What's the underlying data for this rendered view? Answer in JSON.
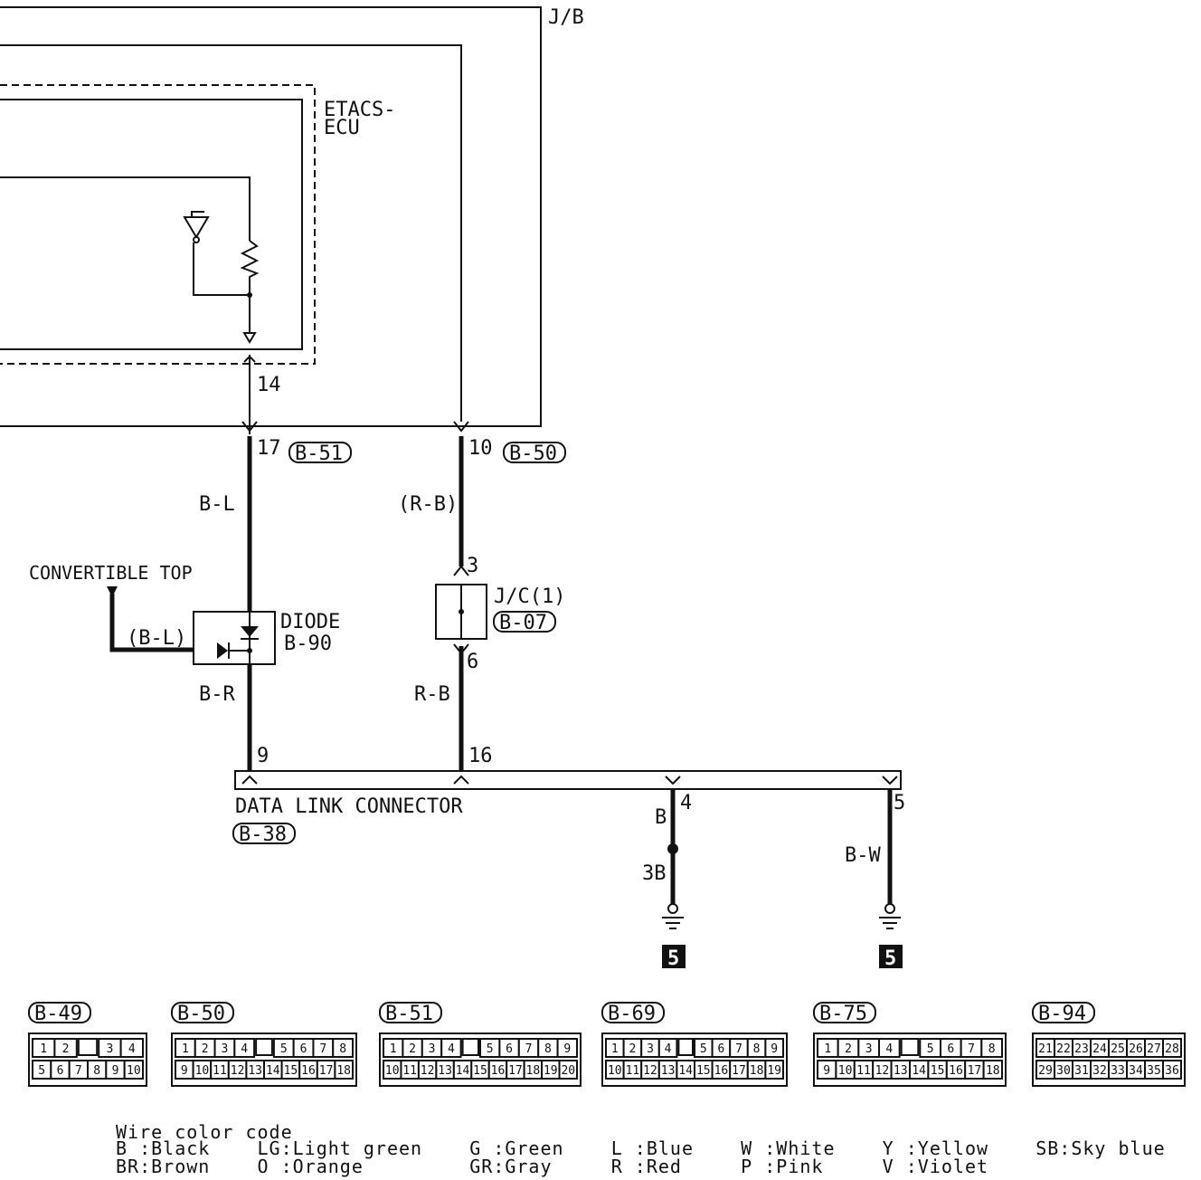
{
  "labels": {
    "jb": "J/B",
    "etacs_line1": "ETACS-",
    "etacs_line2": "ECU",
    "pin_14": "14",
    "pin_17": "17",
    "conn_b51": "B-51",
    "pin_10": "10",
    "conn_b50": "B-50",
    "wire_bl": "B-L",
    "wire_rb_paren": "(R-B)",
    "pin_3": "3",
    "jc_line1": "J/C(1)",
    "conn_b07": "B-07",
    "convertible_top": "CONVERTIBLE TOP",
    "wire_bl_paren": "(B-L)",
    "diode": "DIODE",
    "diode_ref": "B-90",
    "pin_6": "6",
    "wire_br": "B-R",
    "wire_rb": "R-B",
    "pin_9": "9",
    "pin_16": "16",
    "dlc": "DATA LINK CONNECTOR",
    "conn_b38": "B-38",
    "pin_4": "4",
    "wire_b": "B",
    "pin_5": "5",
    "wire_bw": "B-W",
    "wire_3b": "3B",
    "ground_1": "5",
    "ground_2": "5"
  },
  "connectors": [
    {
      "id": "B-49",
      "rows": [
        [
          "1",
          "2",
          "",
          "3",
          "4"
        ],
        [
          "5",
          "6",
          "7",
          "8",
          "9",
          "10"
        ]
      ]
    },
    {
      "id": "B-50",
      "rows": [
        [
          "1",
          "2",
          "3",
          "4",
          "",
          "5",
          "6",
          "7",
          "8"
        ],
        [
          "9",
          "10",
          "11",
          "12",
          "13",
          "14",
          "15",
          "16",
          "17",
          "18"
        ]
      ]
    },
    {
      "id": "B-51",
      "rows": [
        [
          "1",
          "2",
          "3",
          "4",
          "",
          "5",
          "6",
          "7",
          "8",
          "9"
        ],
        [
          "10",
          "11",
          "12",
          "13",
          "14",
          "15",
          "16",
          "17",
          "18",
          "19",
          "20"
        ]
      ]
    },
    {
      "id": "B-69",
      "rows": [
        [
          "1",
          "2",
          "3",
          "4",
          "",
          "5",
          "6",
          "7",
          "8",
          "9"
        ],
        [
          "10",
          "11",
          "12",
          "13",
          "14",
          "15",
          "16",
          "17",
          "18",
          "19"
        ]
      ]
    },
    {
      "id": "B-75",
      "rows": [
        [
          "1",
          "2",
          "3",
          "4",
          "",
          "5",
          "6",
          "7",
          "8"
        ],
        [
          "9",
          "10",
          "11",
          "12",
          "13",
          "14",
          "15",
          "16",
          "17",
          "18"
        ]
      ]
    },
    {
      "id": "B-94",
      "rows": [
        [
          "21",
          "22",
          "23",
          "24",
          "25",
          "26",
          "27",
          "28"
        ],
        [
          "29",
          "30",
          "31",
          "32",
          "33",
          "34",
          "35",
          "36"
        ]
      ]
    }
  ],
  "legend": {
    "title": "Wire color code",
    "row1": "B :Black    LG:Light green    G :Green    L :Blue    W :White    Y :Yellow    SB:Sky blue",
    "row2": "BR:Brown    O :Orange         GR:Gray     R :Red     P :Pink     V :Violet"
  }
}
